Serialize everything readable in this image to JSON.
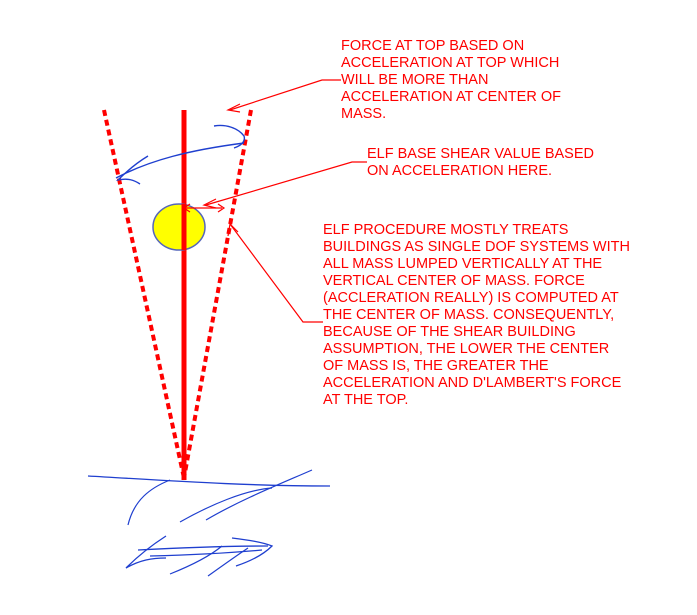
{
  "colors": {
    "annotation_red": "#ff0000",
    "sketch_blue": "#1f3fcf",
    "mass_fill": "#ffff00",
    "mass_outline": "#5566bb"
  },
  "annotations": {
    "top_force": [
      "FORCE AT TOP BASED ON",
      "ACCELERATION AT TOP WHICH",
      "WILL BE MORE THAN",
      "ACCELERATION AT CENTER OF",
      "MASS."
    ],
    "base_shear": [
      "ELF BASE SHEAR VALUE BASED",
      "ON ACCELERATION HERE."
    ],
    "elf_procedure": [
      "ELF PROCEDURE MOSTLY TREATS",
      "BUILDINGS AS SINGLE DOF SYSTEMS WITH",
      "ALL MASS LUMPED VERTICALLY AT THE",
      "VERTICAL CENTER OF MASS.  FORCE",
      "(ACCLERATION REALLY) IS COMPUTED AT",
      "THE CENTER OF MASS.  CONSEQUENTLY,",
      "BECAUSE OF THE SHEAR BUILDING",
      "ASSUMPTION, THE LOWER THE CENTER",
      "OF MASS IS, THE GREATER THE",
      "ACCELERATION AND D'LAMBERT'S FORCE",
      "AT THE TOP."
    ]
  }
}
